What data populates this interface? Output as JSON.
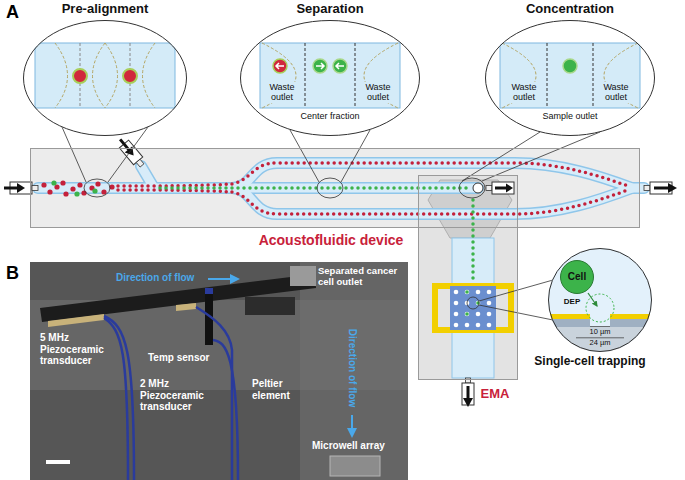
{
  "diagram": {
    "nodes": [
      {
        "text": [
          "Pre-alignment"
        ]
      },
      {
        "text": [
          "Separation",
          "Waste outlet",
          "Center fraction",
          "Waste outlet"
        ]
      },
      {
        "text": [
          "Concentration",
          "Waste outlet",
          "Sample outlet",
          "Waste outlet"
        ]
      },
      {
        "text": [
          "Acoustofluidic device"
        ]
      },
      {
        "text": [
          "EMA"
        ]
      },
      {
        "text": [
          "Single-cell trapping",
          "DEP",
          "10 µm",
          "24 µm"
        ]
      },
      {
        "text": [
          "Cell"
        ],
        "in": 5
      }
    ],
    "labels": [
      "A",
      "B",
      "Direction of flow",
      "Separated cancer cell outlet",
      "5 MHz Piezoceramic transducer",
      "Temp sensor",
      "2 MHz Piezoceramic transducer",
      "Peltier element",
      "Direction of flow",
      "Microwell array"
    ]
  }
}
